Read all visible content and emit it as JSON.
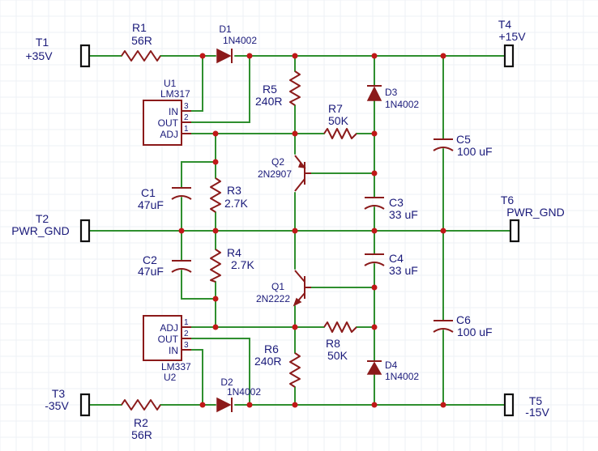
{
  "terminals": {
    "t1": {
      "name": "T1",
      "net": "+35V"
    },
    "t2": {
      "name": "T2",
      "net": "PWR_GND"
    },
    "t3": {
      "name": "T3",
      "net": "-35V"
    },
    "t4": {
      "name": "T4",
      "net": "+15V"
    },
    "t5": {
      "name": "T5",
      "net": "-15V"
    },
    "t6": {
      "name": "T6",
      "net": "PWR_GND"
    }
  },
  "resistors": {
    "r1": {
      "ref": "R1",
      "value": "56R"
    },
    "r2": {
      "ref": "R2",
      "value": "56R"
    },
    "r3": {
      "ref": "R3",
      "value": "2.7K"
    },
    "r4": {
      "ref": "R4",
      "value": "2.7K"
    },
    "r5": {
      "ref": "R5",
      "value": "240R"
    },
    "r6": {
      "ref": "R6",
      "value": "240R"
    },
    "r7": {
      "ref": "R7",
      "value": "50K"
    },
    "r8": {
      "ref": "R8",
      "value": "50K"
    }
  },
  "capacitors": {
    "c1": {
      "ref": "C1",
      "value": "47uF"
    },
    "c2": {
      "ref": "C2",
      "value": "47uF"
    },
    "c3": {
      "ref": "C3",
      "value": "33 uF"
    },
    "c4": {
      "ref": "C4",
      "value": "33 uF"
    },
    "c5": {
      "ref": "C5",
      "value": "100 uF"
    },
    "c6": {
      "ref": "C6",
      "value": "100 uF"
    }
  },
  "diodes": {
    "d1": {
      "ref": "D1",
      "value": "1N4002"
    },
    "d2": {
      "ref": "D2",
      "value": "1N4002"
    },
    "d3": {
      "ref": "D3",
      "value": "1N4002"
    },
    "d4": {
      "ref": "D4",
      "value": "1N4002"
    }
  },
  "transistors": {
    "q1": {
      "ref": "Q1",
      "value": "2N2222"
    },
    "q2": {
      "ref": "Q2",
      "value": "2N2907"
    }
  },
  "regulators": {
    "u1": {
      "ref": "U1",
      "value": "LM317",
      "pins": [
        {
          "num": "3",
          "name": "IN"
        },
        {
          "num": "2",
          "name": "OUT"
        },
        {
          "num": "1",
          "name": "ADJ"
        }
      ]
    },
    "u2": {
      "ref": "U2",
      "value": "LM337",
      "pins": [
        {
          "num": "1",
          "name": "ADJ"
        },
        {
          "num": "2",
          "name": "OUT"
        },
        {
          "num": "3",
          "name": "IN"
        }
      ]
    }
  },
  "colors": {
    "wire": "#2f8f2f",
    "component": "#8b1a1a",
    "junction": "#c01818",
    "text": "#1a1a7a"
  }
}
